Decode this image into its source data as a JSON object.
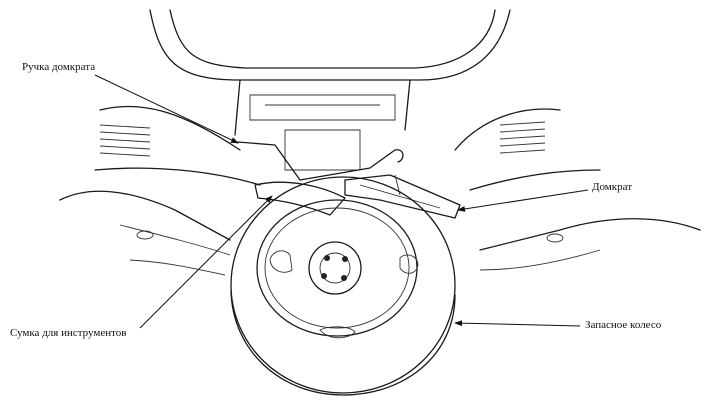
{
  "labels": {
    "jack_handle": "Ручка домкрата",
    "jack": "Домкрат",
    "tool_bag": "Сумка для инструментов",
    "spare_wheel": "Запасное колесо"
  }
}
